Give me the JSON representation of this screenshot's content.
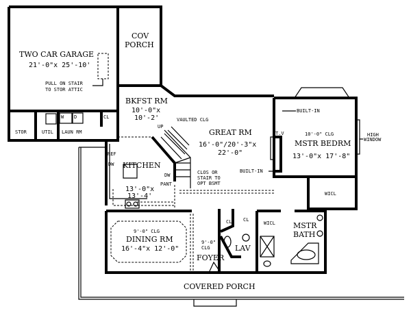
{
  "rooms": {
    "garage": {
      "name": "TWO CAR GARAGE",
      "size": "21'-0\"x 25'-10'",
      "note1": "PULL ON STAIR",
      "note2": "TO STOR ATTIC"
    },
    "cov_porch": {
      "line1": "COV",
      "line2": "PORCH"
    },
    "bkfst": {
      "name": "BKFST RM",
      "size1": "10'-0\"x",
      "size2": "10'-2'"
    },
    "great": {
      "name": "GREAT RM",
      "size1": "16'-0\"/20'-3\"x",
      "size2": "22'-0\"",
      "ceiling": "VAULTED CLG"
    },
    "mstr_bedrm": {
      "name": "MSTR BEDRM",
      "size": "13'-0\"x 17'-8\"",
      "ceiling": "10'-0\" CLG"
    },
    "kitchen": {
      "name": "KITCHEN",
      "size1": "13'-0\"x",
      "size2": "13'-4'"
    },
    "dining": {
      "name": "DINING RM",
      "size": "16'-4\"x 12'-0\"",
      "ceiling": "9'-0\" CLG"
    },
    "foyer": {
      "name": "FOYER",
      "ceiling1": "9'-0\"",
      "ceiling2": "CLG"
    },
    "lav": {
      "name": "LAV"
    },
    "mstr_bath": {
      "line1": "MSTR",
      "line2": "BATH"
    },
    "covered_porch": {
      "name": "COVERED PORCH"
    },
    "stor": "STOR",
    "util": "UTIL",
    "laun": "LAUN RM",
    "cl": "CL",
    "wicl": "WICL"
  },
  "notes": {
    "built_in": "BUILT-IN",
    "tv": "T.V",
    "high_window1": "HIGH",
    "high_window2": "WINDOW",
    "up": "UP",
    "stair1": "CLOS OR",
    "stair2": "STAIR TO",
    "stair3": "OPT BSMT",
    "ref": "REF",
    "dw": "DW",
    "pant": "PANT",
    "washer": "W",
    "dryer": "D"
  }
}
